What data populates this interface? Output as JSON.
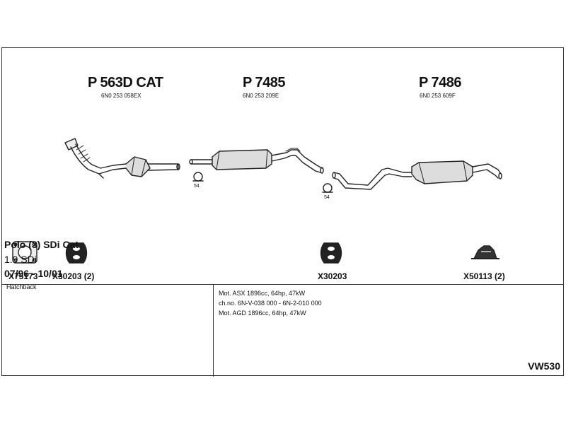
{
  "parts": [
    {
      "number": "P 563D CAT",
      "oem": "6N0 253 058EX"
    },
    {
      "number": "P 7485",
      "oem": "6N0 253 209E"
    },
    {
      "number": "P 7486",
      "oem": "6N0 253 609F"
    }
  ],
  "accessories": [
    {
      "code": "X75173",
      "icon": "gasket-icon"
    },
    {
      "code": "X30203 (2)",
      "icon": "rubber-hanger-icon"
    },
    {
      "code": "X30203",
      "icon": "rubber-hanger-icon"
    },
    {
      "code": "X50113 (2)",
      "icon": "mounting-bracket-icon"
    }
  ],
  "clamp_sizes": [
    "54",
    "54"
  ],
  "vehicle": {
    "name": "Polo (3) SDi Cat",
    "engine": "1.9 SDi",
    "years": "07/96 - 10/01",
    "body": "Hatchback"
  },
  "specs": [
    "Mot. ASX 1896cc, 64hp, 47kW",
    "ch.no. 6N-V-038 000 - 6N-2-010 000",
    "Mot. AGD 1896cc, 64hp, 47kW"
  ],
  "diagram_code": "VW530"
}
